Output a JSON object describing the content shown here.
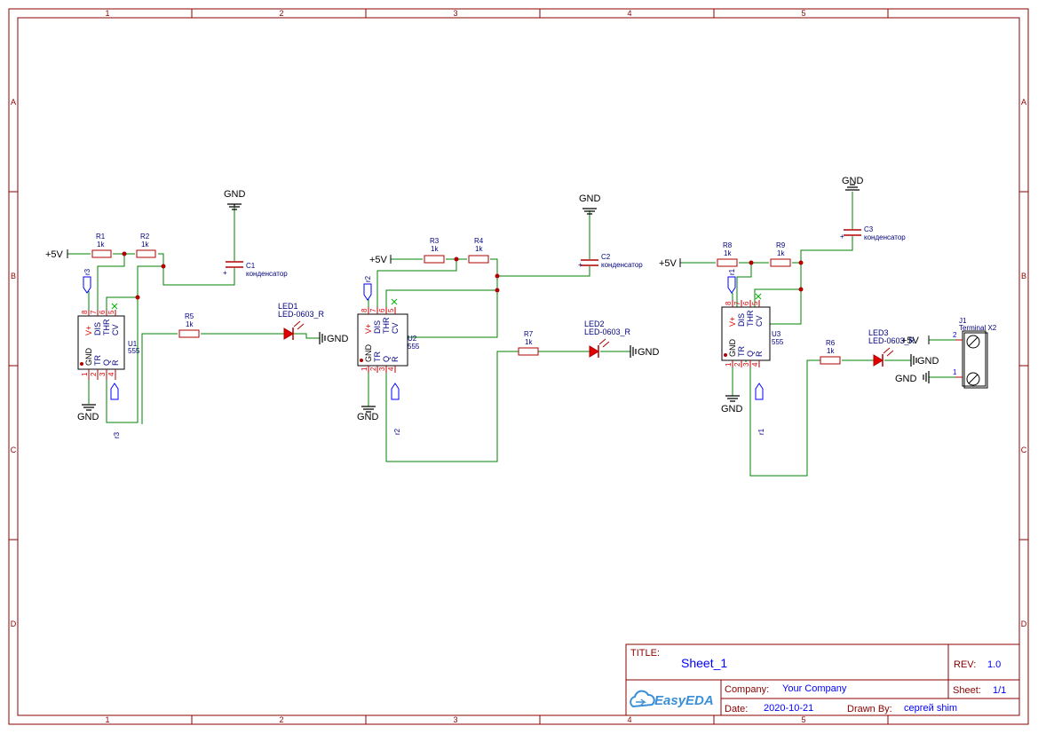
{
  "frame": {
    "columns": [
      "1",
      "2",
      "3",
      "4",
      "5"
    ],
    "rows": [
      "A",
      "B",
      "C",
      "D"
    ]
  },
  "power": {
    "gnd": "GND",
    "vcc": "+5V"
  },
  "parts": {
    "R1": {
      "ref": "R1",
      "value": "1k"
    },
    "R2": {
      "ref": "R2",
      "value": "1k"
    },
    "R3": {
      "ref": "R3",
      "value": "1k"
    },
    "R4": {
      "ref": "R4",
      "value": "1k"
    },
    "R5": {
      "ref": "R5",
      "value": "1k"
    },
    "R6": {
      "ref": "R6",
      "value": "1k"
    },
    "R7": {
      "ref": "R7",
      "value": "1k"
    },
    "R8": {
      "ref": "R8",
      "value": "1k"
    },
    "R9": {
      "ref": "R9",
      "value": "1k"
    },
    "C1": {
      "ref": "C1",
      "value": "конденсатор"
    },
    "C2": {
      "ref": "C2",
      "value": "конденсатор"
    },
    "C3": {
      "ref": "C3",
      "value": "конденсатор"
    },
    "LED1": {
      "ref": "LED1",
      "value": "LED-0603_R"
    },
    "LED2": {
      "ref": "LED2",
      "value": "LED-0603_R"
    },
    "LED3": {
      "ref": "LED3",
      "value": "LED-0603_R"
    },
    "U1": {
      "ref": "U1",
      "value": "555"
    },
    "U2": {
      "ref": "U2",
      "value": "555"
    },
    "U3": {
      "ref": "U3",
      "value": "555"
    },
    "J1": {
      "ref": "J1",
      "value": "Terminal X2"
    }
  },
  "ic_pins": {
    "vplus": "V+",
    "dis": "DIS",
    "thr": "THR",
    "cv": "CV",
    "gnd": "GND",
    "tr": "TR",
    "q": "Q",
    "r": "R",
    "n8": "8",
    "n7": "7",
    "n6": "6",
    "n5": "5",
    "n1": "1",
    "n2": "2",
    "n3": "3",
    "n4": "4"
  },
  "terminal_pins": {
    "p1": "1",
    "p2": "2"
  },
  "nets": {
    "r1": "r1",
    "r2": "r2",
    "r3": "r3"
  },
  "title_block": {
    "title_label": "TITLE:",
    "title": "Sheet_1",
    "rev_label": "REV:",
    "rev": "1.0",
    "company_label": "Company:",
    "company": "Your Company",
    "sheet_label": "Sheet:",
    "sheet": "1/1",
    "date_label": "Date:",
    "date": "2020-10-21",
    "drawn_label": "Drawn By:",
    "drawn_by": "сергей shim",
    "logo": "EasyEDA"
  },
  "colors": {
    "frame": "#8b0000",
    "wire": "#008000",
    "part": "#b00000",
    "text": "#000080",
    "blue": "#0000ff",
    "led": "#e00000"
  }
}
